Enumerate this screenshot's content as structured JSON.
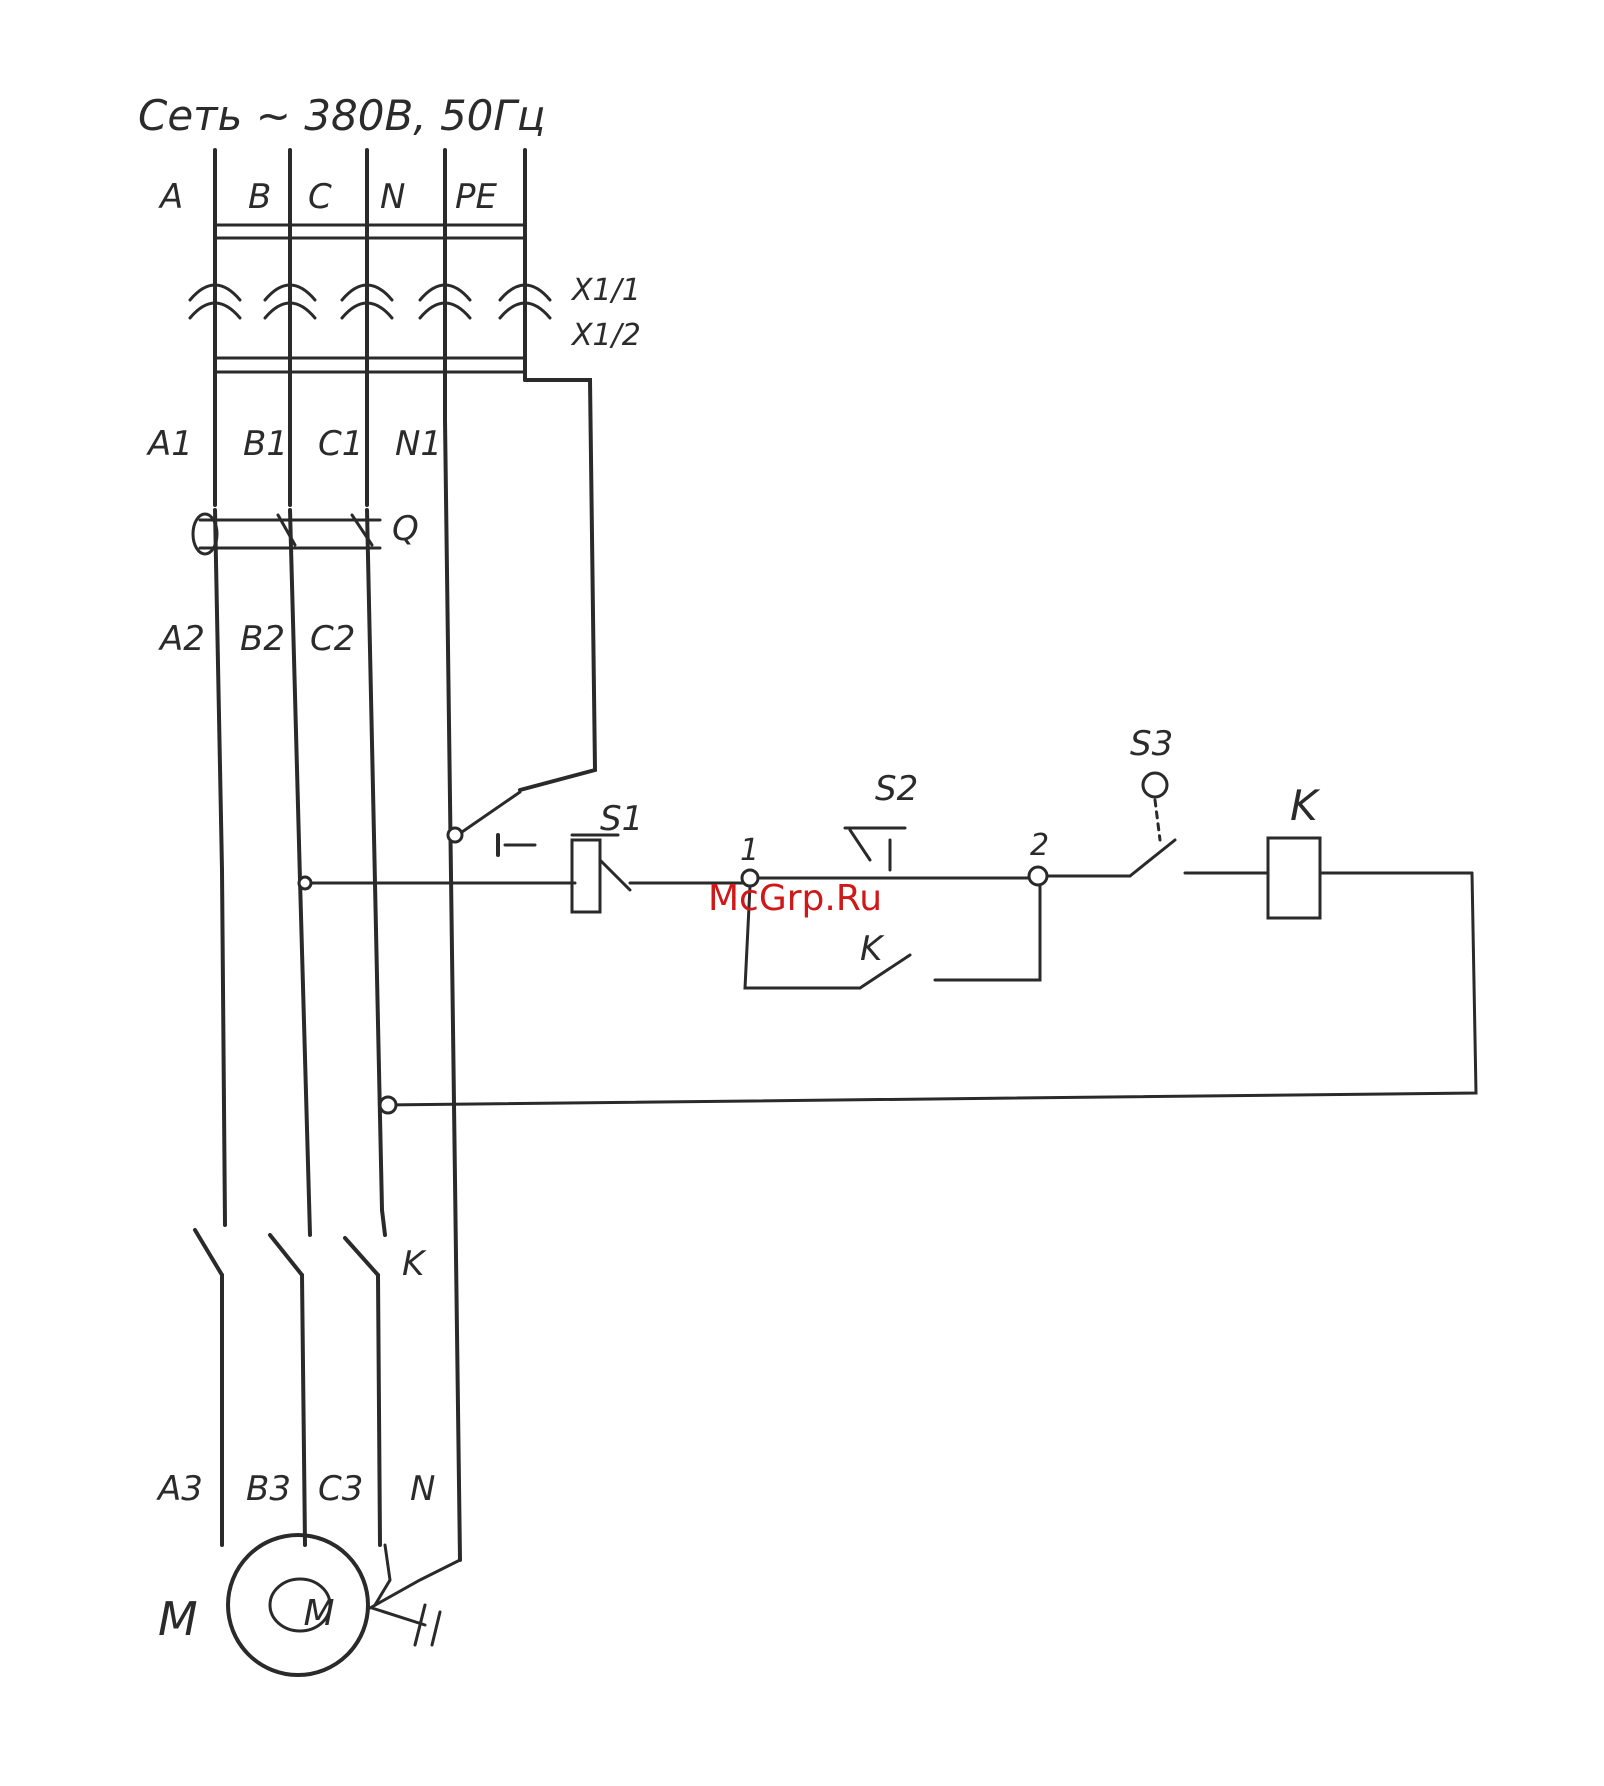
{
  "title": "Сеть ~ 380В, 50Гц",
  "phases": [
    "A",
    "B",
    "C",
    "N",
    "PE"
  ],
  "connector_labels": [
    "X1/1",
    "X1/2"
  ],
  "after_connector": [
    "A1",
    "B1",
    "C1",
    "N1"
  ],
  "breaker": "Q",
  "after_breaker": [
    "A2",
    "B2",
    "C2"
  ],
  "contactor_main": "K",
  "motor_terminals": [
    "A3",
    "B3",
    "C3",
    "N"
  ],
  "motor": {
    "label": "M",
    "symbol": "M"
  },
  "switches": {
    "s1": "S1",
    "s2": "S2",
    "s3": "S3",
    "hold_contact": "K",
    "coil": "K"
  },
  "nodes": {
    "n1": "1",
    "n2": "2"
  },
  "watermark": "McGrp.Ru"
}
